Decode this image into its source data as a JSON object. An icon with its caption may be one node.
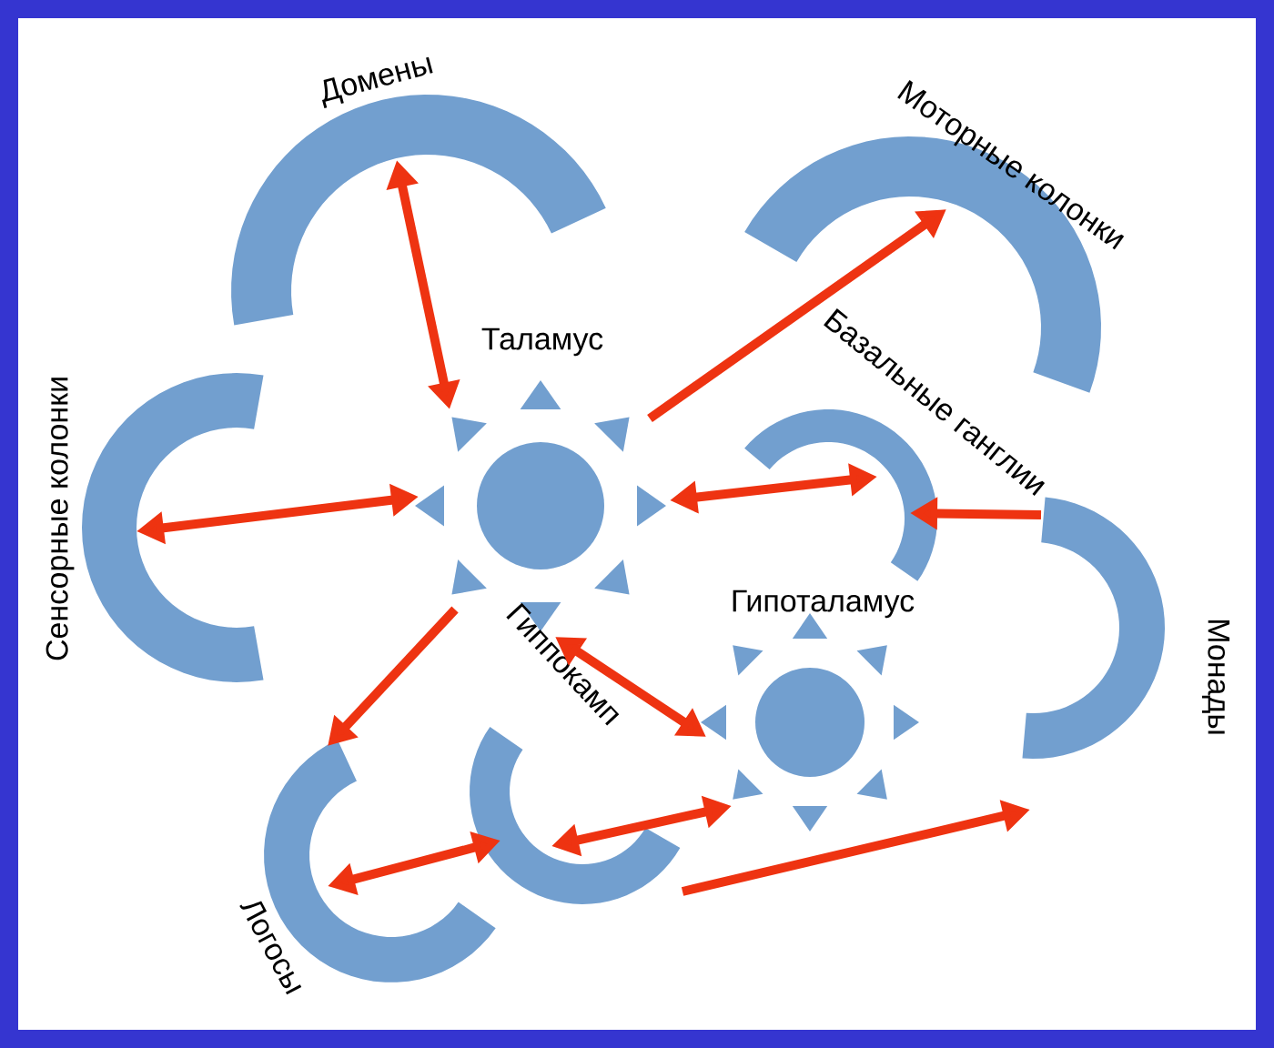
{
  "diagram": {
    "nodes": [
      {
        "text": [
          "Домены"
        ]
      },
      {
        "text": [
          "Моторные колонки"
        ]
      },
      {
        "text": [
          "Таламус"
        ]
      },
      {
        "text": [
          "Сенсорные колонки"
        ]
      },
      {
        "text": [
          "Базальные ганглии"
        ]
      },
      {
        "text": [
          "Монады"
        ]
      },
      {
        "text": [
          "Гипоталамус"
        ]
      },
      {
        "text": [
          "Гиппокамп"
        ]
      },
      {
        "text": [
          "Логосы"
        ]
      }
    ],
    "edges": [
      {
        "from": 0,
        "to": 2,
        "arrow": "both"
      },
      {
        "from": 2,
        "to": 1,
        "arrow": "to"
      },
      {
        "from": 3,
        "to": 2,
        "arrow": "both"
      },
      {
        "from": 2,
        "to": 4,
        "arrow": "both"
      },
      {
        "from": 5,
        "to": 4,
        "arrow": "to"
      },
      {
        "from": 2,
        "to": 8,
        "arrow": "to"
      },
      {
        "from": 2,
        "to": 6,
        "arrow": "both"
      },
      {
        "from": 8,
        "to": 7,
        "arrow": "both"
      },
      {
        "from": 7,
        "to": 6,
        "arrow": "both"
      },
      {
        "from": 7,
        "to": 5,
        "arrow": "to"
      }
    ]
  }
}
